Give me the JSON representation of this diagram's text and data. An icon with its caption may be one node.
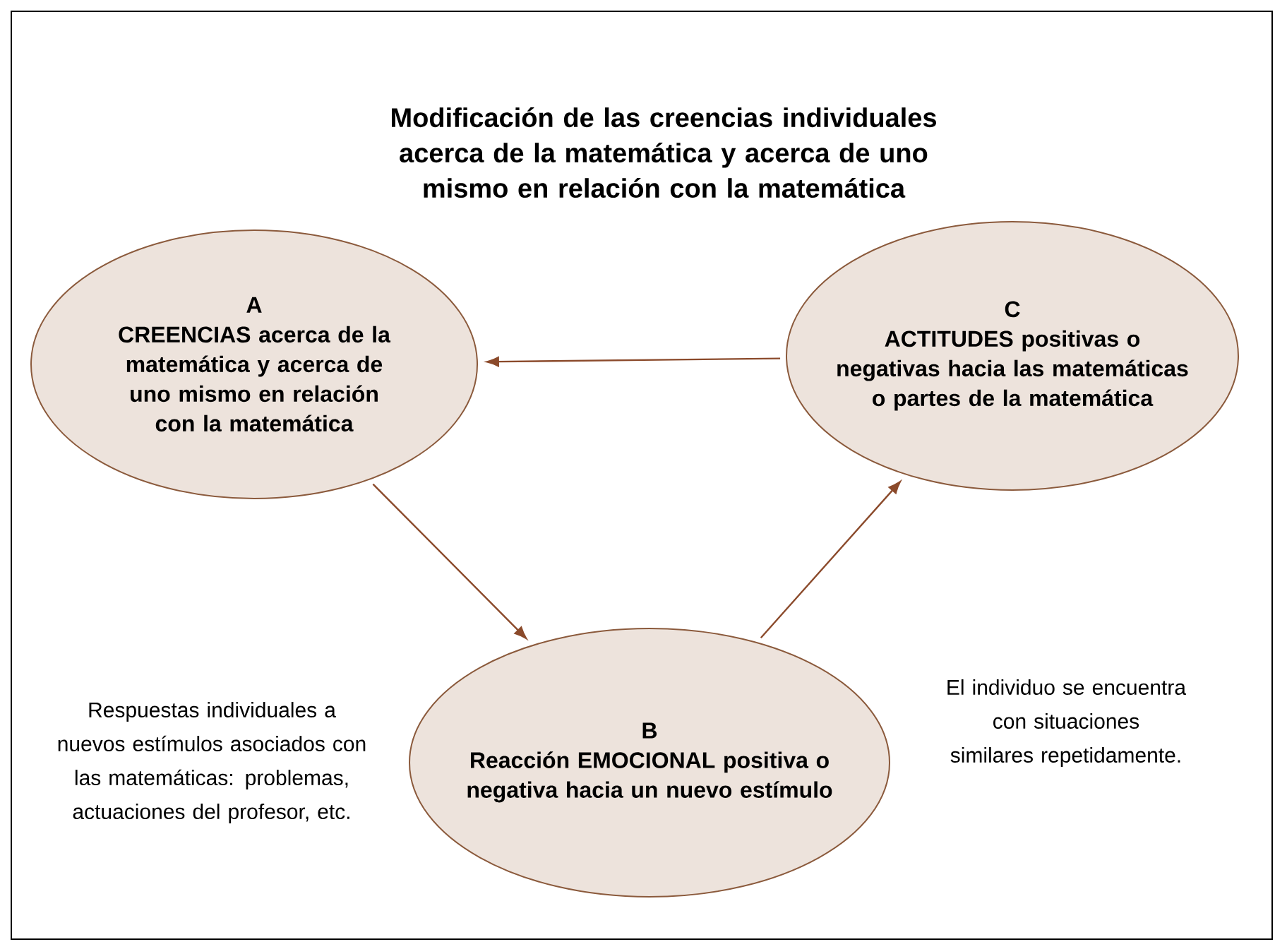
{
  "diagram": {
    "title": "Modificación de las creencias individuales acerca de la matemática y acerca de uno mismo en relación con la matemática",
    "nodes": [
      {
        "text": [
          "A",
          "CREENCIAS acerca de la matemática y acerca de uno mismo en relación con la matemática"
        ]
      },
      {
        "text": [
          "C",
          "ACTITUDES positivas o negativas hacia las matemáticas o partes de la matemática"
        ]
      },
      {
        "text": [
          "B",
          "Reacción EMOCIONAL positiva o negativa hacia un nuevo estímulo"
        ]
      }
    ],
    "edges": [
      {
        "from": 1,
        "to": 0,
        "arrow": "to"
      },
      {
        "from": 0,
        "to": 2,
        "arrow": "to"
      },
      {
        "from": 2,
        "to": 1,
        "arrow": "to"
      }
    ],
    "labels": [
      "Respuestas individuales a nuevos estímulos asociados con las matemáticas: problemas, actuaciones del profesor, etc.",
      "El individuo se encuentra con situaciones similares repetidamente."
    ]
  }
}
